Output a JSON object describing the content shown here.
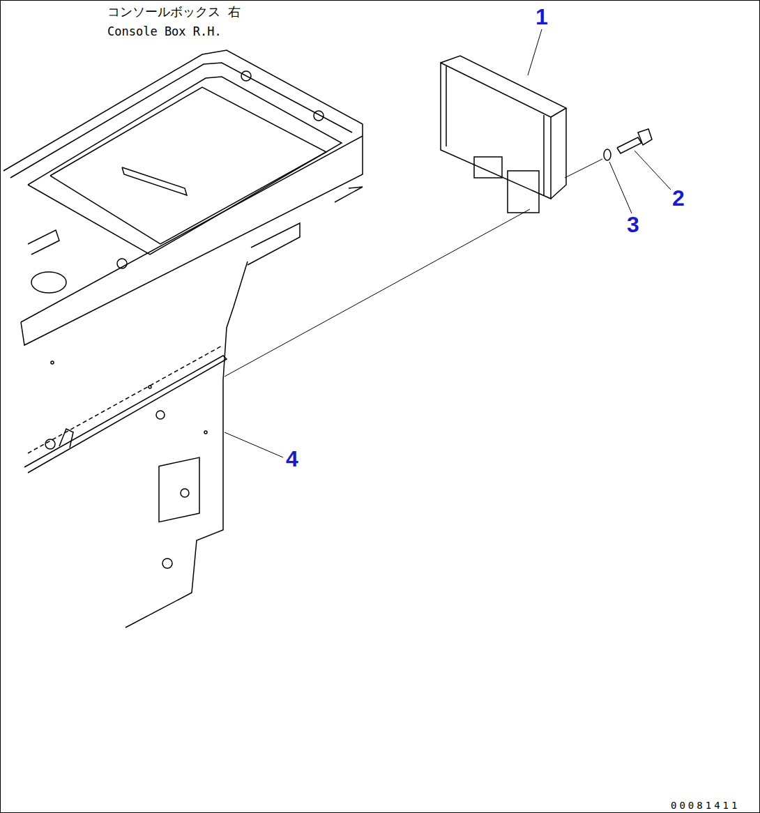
{
  "diagram": {
    "labels": [
      "コンソールボックス 右",
      "Console Box R.H.",
      "1",
      "2",
      "3",
      "4",
      "00081411"
    ]
  }
}
